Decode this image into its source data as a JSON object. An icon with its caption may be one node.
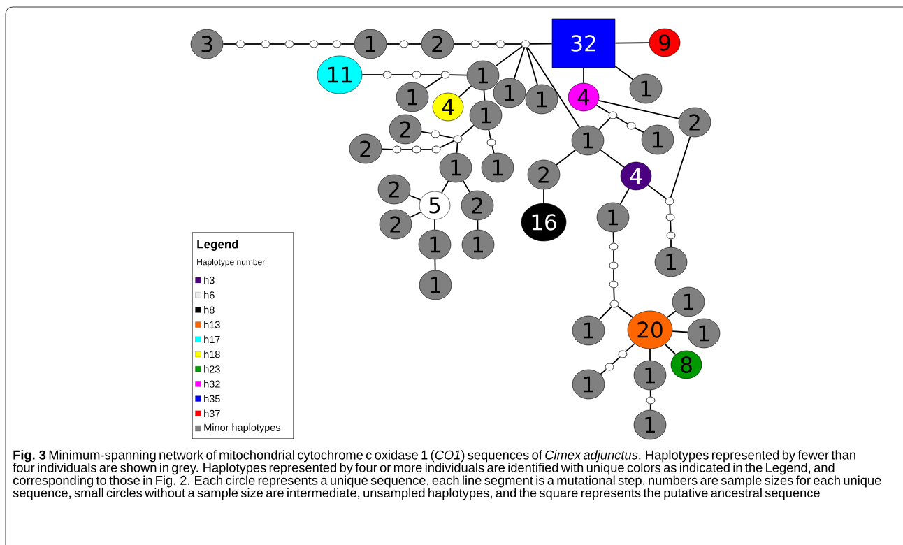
{
  "diagram": {
    "caption": "**Fig. 3** Minimum-spanning network of mitochondrial cytochrome c oxidase 1 (*CO1*) sequences of *Cimex adjunctus*. Haplotypes represented by fewer than four individuals are shown in grey. Haplotypes represented by four or more individuals are identified with unique colors as indicated in the Legend, and corresponding to those in Fig. 2. Each circle represents a unique sequence, each line segment is a mutational step, numbers are sample sizes for each unique sequence, small circles without a sample size are intermediate, unsampled haplotypes, and the square represents the putative ancestral sequence",
    "nodes": [
      {
        "text": [
          "3"
        ]
      },
      {
        "text": [],
        "shape": "circle"
      },
      {
        "text": [],
        "shape": "circle"
      },
      {
        "text": [],
        "shape": "circle"
      },
      {
        "text": [],
        "shape": "circle"
      },
      {
        "text": [],
        "shape": "circle"
      },
      {
        "text": [
          "1"
        ]
      },
      {
        "text": [],
        "shape": "circle"
      },
      {
        "text": [
          "2"
        ]
      },
      {
        "text": [],
        "shape": "circle"
      },
      {
        "text": [],
        "shape": "circle"
      },
      {
        "text": [],
        "shape": "circle"
      },
      {
        "text": [
          "32"
        ]
      },
      {
        "text": [
          "9"
        ]
      },
      {
        "text": [
          "1"
        ]
      },
      {
        "text": [
          "11"
        ]
      },
      {
        "text": [],
        "shape": "circle"
      },
      {
        "text": [],
        "shape": "circle"
      },
      {
        "text": [],
        "shape": "circle"
      },
      {
        "text": [
          "1"
        ]
      },
      {
        "text": [
          "1"
        ]
      },
      {
        "text": [
          "4"
        ]
      },
      {
        "text": [
          "1"
        ]
      },
      {
        "text": [
          "1"
        ]
      },
      {
        "text": [
          "1"
        ]
      },
      {
        "text": [
          "2"
        ]
      },
      {
        "text": [],
        "shape": "circle"
      },
      {
        "text": [],
        "shape": "circle"
      },
      {
        "text": [
          "2"
        ]
      },
      {
        "text": [],
        "shape": "circle"
      },
      {
        "text": [],
        "shape": "circle"
      },
      {
        "text": [],
        "shape": "circle"
      },
      {
        "text": [],
        "shape": "circle"
      },
      {
        "text": [
          "1"
        ]
      },
      {
        "text": [
          "1"
        ]
      },
      {
        "text": [
          "2"
        ]
      },
      {
        "text": [
          "5"
        ]
      },
      {
        "text": [
          "2"
        ]
      },
      {
        "text": [
          "2"
        ]
      },
      {
        "text": [
          "1"
        ]
      },
      {
        "text": [
          "1"
        ]
      },
      {
        "text": [
          "1"
        ]
      },
      {
        "text": [
          "4"
        ]
      },
      {
        "text": [],
        "shape": "circle"
      },
      {
        "text": [],
        "shape": "circle"
      },
      {
        "text": [
          "1"
        ]
      },
      {
        "text": [
          "2"
        ]
      },
      {
        "text": [
          "1"
        ]
      },
      {
        "text": [
          "2"
        ]
      },
      {
        "text": [
          "16"
        ]
      },
      {
        "text": [
          "4"
        ]
      },
      {
        "text": [],
        "shape": "circle"
      },
      {
        "text": [],
        "shape": "circle"
      },
      {
        "text": [],
        "shape": "circle"
      },
      {
        "text": [
          "1"
        ]
      },
      {
        "text": [
          "1"
        ]
      },
      {
        "text": [],
        "shape": "circle"
      },
      {
        "text": [],
        "shape": "circle"
      },
      {
        "text": [],
        "shape": "circle"
      },
      {
        "text": [],
        "shape": "circle"
      },
      {
        "text": [
          "1"
        ]
      },
      {
        "text": [
          "20"
        ]
      },
      {
        "text": [
          "1"
        ]
      },
      {
        "text": [
          "1"
        ]
      },
      {
        "text": [
          "8"
        ]
      },
      {
        "text": [],
        "shape": "circle"
      },
      {
        "text": [],
        "shape": "circle"
      },
      {
        "text": [
          "1"
        ]
      },
      {
        "text": [
          "1"
        ]
      },
      {
        "text": [],
        "shape": "circle"
      },
      {
        "text": [
          "1"
        ]
      }
    ],
    "edges": [
      {
        "from": 0,
        "to": 1,
        "arrow": "none"
      },
      {
        "from": 1,
        "to": 2,
        "arrow": "none"
      },
      {
        "from": 2,
        "to": 3,
        "arrow": "none"
      },
      {
        "from": 3,
        "to": 4,
        "arrow": "none"
      },
      {
        "from": 4,
        "to": 5,
        "arrow": "none"
      },
      {
        "from": 5,
        "to": 6,
        "arrow": "none"
      },
      {
        "from": 6,
        "to": 7,
        "arrow": "none"
      },
      {
        "from": 7,
        "to": 8,
        "arrow": "none"
      },
      {
        "from": 8,
        "to": 9,
        "arrow": "none"
      },
      {
        "from": 9,
        "to": 10,
        "arrow": "none"
      },
      {
        "from": 10,
        "to": 11,
        "arrow": "none"
      },
      {
        "from": 11,
        "to": 12,
        "arrow": "none"
      },
      {
        "from": 12,
        "to": 13,
        "arrow": "none"
      },
      {
        "from": 12,
        "to": 14,
        "arrow": "none"
      },
      {
        "from": 15,
        "to": 16,
        "arrow": "none"
      },
      {
        "from": 16,
        "to": 17,
        "arrow": "none"
      },
      {
        "from": 17,
        "to": 18,
        "arrow": "none"
      },
      {
        "from": 18,
        "to": 19,
        "arrow": "none"
      },
      {
        "from": 18,
        "to": 20,
        "arrow": "none"
      },
      {
        "from": 11,
        "to": 19,
        "arrow": "none"
      },
      {
        "from": 19,
        "to": 21,
        "arrow": "none"
      },
      {
        "from": 11,
        "to": 22,
        "arrow": "none"
      },
      {
        "from": 11,
        "to": 23,
        "arrow": "none"
      },
      {
        "from": 19,
        "to": 24,
        "arrow": "none"
      },
      {
        "from": 24,
        "to": 27,
        "arrow": "none"
      },
      {
        "from": 25,
        "to": 26,
        "arrow": "none"
      },
      {
        "from": 26,
        "to": 27,
        "arrow": "none"
      },
      {
        "from": 28,
        "to": 29,
        "arrow": "none"
      },
      {
        "from": 29,
        "to": 30,
        "arrow": "none"
      },
      {
        "from": 30,
        "to": 31,
        "arrow": "none"
      },
      {
        "from": 31,
        "to": 27,
        "arrow": "none"
      },
      {
        "from": 24,
        "to": 32,
        "arrow": "none"
      },
      {
        "from": 32,
        "to": 33,
        "arrow": "none"
      },
      {
        "from": 27,
        "to": 34,
        "arrow": "none"
      },
      {
        "from": 34,
        "to": 36,
        "arrow": "none"
      },
      {
        "from": 34,
        "to": 37,
        "arrow": "none"
      },
      {
        "from": 35,
        "to": 36,
        "arrow": "none"
      },
      {
        "from": 38,
        "to": 36,
        "arrow": "none"
      },
      {
        "from": 36,
        "to": 39,
        "arrow": "none"
      },
      {
        "from": 37,
        "to": 40,
        "arrow": "none"
      },
      {
        "from": 39,
        "to": 41,
        "arrow": "none"
      },
      {
        "from": 12,
        "to": 42,
        "arrow": "none"
      },
      {
        "from": 42,
        "to": 43,
        "arrow": "none"
      },
      {
        "from": 43,
        "to": 44,
        "arrow": "none"
      },
      {
        "from": 44,
        "to": 45,
        "arrow": "none"
      },
      {
        "from": 42,
        "to": 46,
        "arrow": "none"
      },
      {
        "from": 11,
        "to": 47,
        "arrow": "none"
      },
      {
        "from": 43,
        "to": 47,
        "arrow": "none"
      },
      {
        "from": 47,
        "to": 48,
        "arrow": "none"
      },
      {
        "from": 48,
        "to": 49,
        "arrow": "none"
      },
      {
        "from": 47,
        "to": 50,
        "arrow": "none"
      },
      {
        "from": 50,
        "to": 51,
        "arrow": "none"
      },
      {
        "from": 46,
        "to": 51,
        "arrow": "none"
      },
      {
        "from": 51,
        "to": 52,
        "arrow": "none"
      },
      {
        "from": 52,
        "to": 53,
        "arrow": "none"
      },
      {
        "from": 53,
        "to": 54,
        "arrow": "none"
      },
      {
        "from": 50,
        "to": 55,
        "arrow": "none"
      },
      {
        "from": 55,
        "to": 56,
        "arrow": "none"
      },
      {
        "from": 56,
        "to": 57,
        "arrow": "none"
      },
      {
        "from": 57,
        "to": 58,
        "arrow": "none"
      },
      {
        "from": 58,
        "to": 59,
        "arrow": "none"
      },
      {
        "from": 59,
        "to": 60,
        "arrow": "none"
      },
      {
        "from": 59,
        "to": 61,
        "arrow": "none"
      },
      {
        "from": 61,
        "to": 62,
        "arrow": "none"
      },
      {
        "from": 61,
        "to": 63,
        "arrow": "none"
      },
      {
        "from": 61,
        "to": 64,
        "arrow": "none"
      },
      {
        "from": 61,
        "to": 65,
        "arrow": "none"
      },
      {
        "from": 65,
        "to": 66,
        "arrow": "none"
      },
      {
        "from": 66,
        "to": 67,
        "arrow": "none"
      },
      {
        "from": 61,
        "to": 68,
        "arrow": "none"
      },
      {
        "from": 68,
        "to": 69,
        "arrow": "none"
      },
      {
        "from": 69,
        "to": 70,
        "arrow": "none"
      }
    ],
    "labels": [
      "Legend",
      "Haplotype number"
    ],
    "legend": [
      {
        "text": "h3",
        "color": "#4b0082"
      },
      {
        "text": "h6",
        "color": "#eeeeee"
      },
      {
        "text": "h8",
        "color": "#000000"
      },
      {
        "text": "h13",
        "color": "#ff6600"
      },
      {
        "text": "h17",
        "color": "#00ffff"
      },
      {
        "text": "h18",
        "color": "#ffff00"
      },
      {
        "text": "h23",
        "color": "#009900"
      },
      {
        "text": "h32",
        "color": "#ff00ff"
      },
      {
        "text": "h35",
        "color": "#0000ff"
      },
      {
        "text": "h37",
        "color": "#ff0000"
      },
      {
        "text": "Minor haplotypes",
        "color": "#808080"
      }
    ]
  }
}
